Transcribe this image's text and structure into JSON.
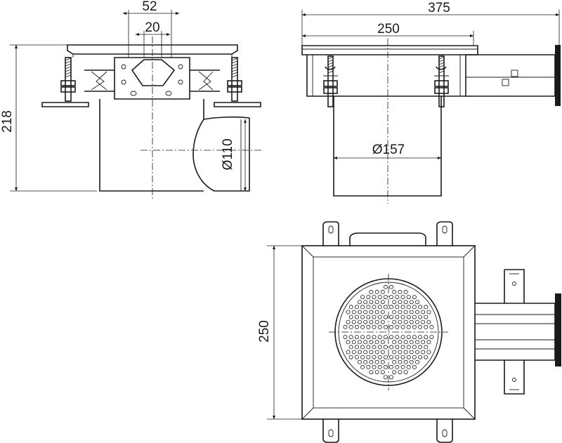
{
  "dimensions": {
    "side_view": {
      "width_52": "52",
      "width_20": "20",
      "height_218": "218",
      "outlet_dia": "Ø110"
    },
    "front_view": {
      "width_375": "375",
      "width_250": "250",
      "body_dia": "Ø157"
    },
    "top_view": {
      "height_250": "250"
    }
  },
  "colors": {
    "line": "#1a1a1a",
    "background": "#ffffff"
  }
}
